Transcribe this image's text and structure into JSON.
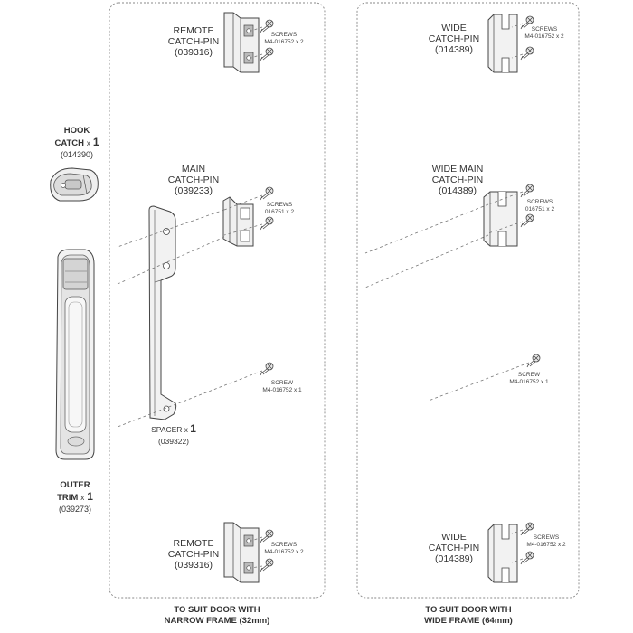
{
  "left": {
    "hook_catch": {
      "name": "HOOK",
      "name2": "CATCH",
      "qty_prefix": "x",
      "qty": "1",
      "code": "(014390)"
    },
    "outer_trim": {
      "name": "OUTER",
      "name2": "TRIM",
      "qty_prefix": "x",
      "qty": "1",
      "code": "(039273)"
    }
  },
  "narrow": {
    "remote_top": {
      "line1": "REMOTE",
      "line2": "CATCH-PIN",
      "code": "(039316)",
      "screws1": "SCREWS",
      "screws2": "M4-016752 x 2"
    },
    "main": {
      "line1": "MAIN",
      "line2": "CATCH-PIN",
      "code": "(039233)",
      "screws1": "SCREWS",
      "screws2": "016751 x 2"
    },
    "screw_single": {
      "line1": "SCREW",
      "line2": "M4-016752 x 1"
    },
    "spacer": {
      "name": "SPACER",
      "qty_prefix": "x",
      "qty": "1",
      "code": "(039322)"
    },
    "remote_bottom": {
      "line1": "REMOTE",
      "line2": "CATCH-PIN",
      "code": "(039316)",
      "screws1": "SCREWS",
      "screws2": "M4-016752 x 2"
    },
    "footer1": "TO SUIT DOOR WITH",
    "footer2": "NARROW FRAME (32mm)"
  },
  "wide": {
    "wide_top": {
      "line1": "WIDE",
      "line2": "CATCH-PIN",
      "code": "(014389)",
      "screws1": "SCREWS",
      "screws2": "M4-016752 x 2"
    },
    "wide_main": {
      "line1": "WIDE MAIN",
      "line2": "CATCH-PIN",
      "code": "(014389)",
      "screws1": "SCREWS",
      "screws2": "016751 x 2"
    },
    "screw_single": {
      "line1": "SCREW",
      "line2": "M4-016752 x 1"
    },
    "wide_bottom": {
      "line1": "WIDE",
      "line2": "CATCH-PIN",
      "code": "(014389)",
      "screws1": "SCREWS",
      "screws2": "M4-016752 x 2"
    },
    "footer1": "TO SUIT DOOR WITH",
    "footer2": "WIDE FRAME (64mm)"
  }
}
